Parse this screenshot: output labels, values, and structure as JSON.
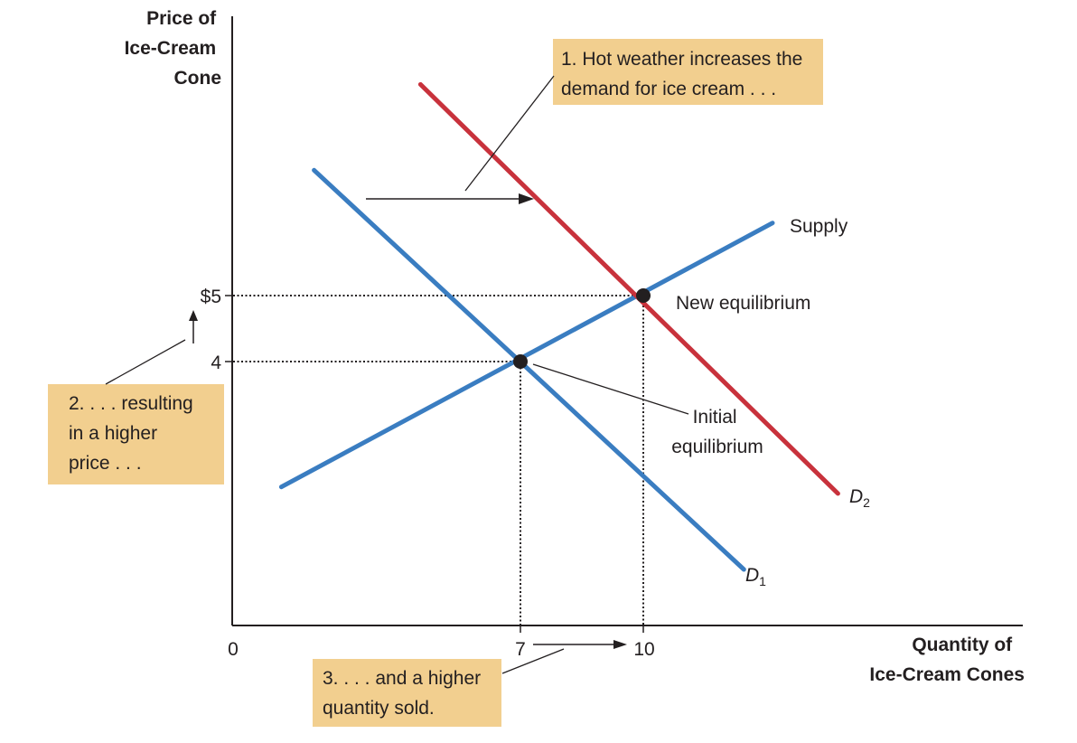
{
  "chart_data": {
    "type": "line",
    "y_axis_label": [
      "Price of",
      "Ice-Cream",
      "Cone"
    ],
    "x_axis_label": [
      "Quantity of",
      "Ice-Cream Cones"
    ],
    "origin_label": "0",
    "y_ticks": [
      {
        "value": 5,
        "label": "$5"
      },
      {
        "value": 4,
        "label": "4"
      }
    ],
    "x_ticks": [
      {
        "value": 7,
        "label": "7"
      },
      {
        "value": 10,
        "label": "10"
      }
    ],
    "series": [
      {
        "name": "Supply",
        "color": "#3a7dc1",
        "points": [
          [
            1.2,
            2.1
          ],
          [
            13.2,
            6.1
          ]
        ]
      },
      {
        "name": "D1",
        "color": "#3a7dc1",
        "points": [
          [
            2,
            6.9
          ],
          [
            12.5,
            0.85
          ]
        ]
      },
      {
        "name": "D2",
        "color": "#c8323c",
        "points": [
          [
            4.6,
            8.2
          ],
          [
            14.8,
            2.0
          ]
        ]
      }
    ],
    "curve_labels": {
      "supply": "Supply",
      "d1_main": "D",
      "d1_sub": "1",
      "d2_main": "D",
      "d2_sub": "2"
    },
    "equilibria": [
      {
        "label": "New equilibrium",
        "x": 10,
        "y": 5
      },
      {
        "label": [
          "Initial",
          "equilibrium"
        ],
        "x": 7,
        "y": 4
      }
    ],
    "annotations": [
      {
        "id": "note1",
        "lines": [
          "1. Hot weather increases the",
          "demand for ice cream . . ."
        ]
      },
      {
        "id": "note2",
        "lines": [
          "2. . . . resulting",
          "in a higher",
          "price . . ."
        ]
      },
      {
        "id": "note3",
        "lines": [
          "3. . . . and a higher",
          "quantity sold."
        ]
      }
    ],
    "colors": {
      "note_bg": "#f2cf8f",
      "supply_demand_blue": "#3a7dc1",
      "demand2_red": "#c8323c",
      "text": "#231f20"
    }
  }
}
